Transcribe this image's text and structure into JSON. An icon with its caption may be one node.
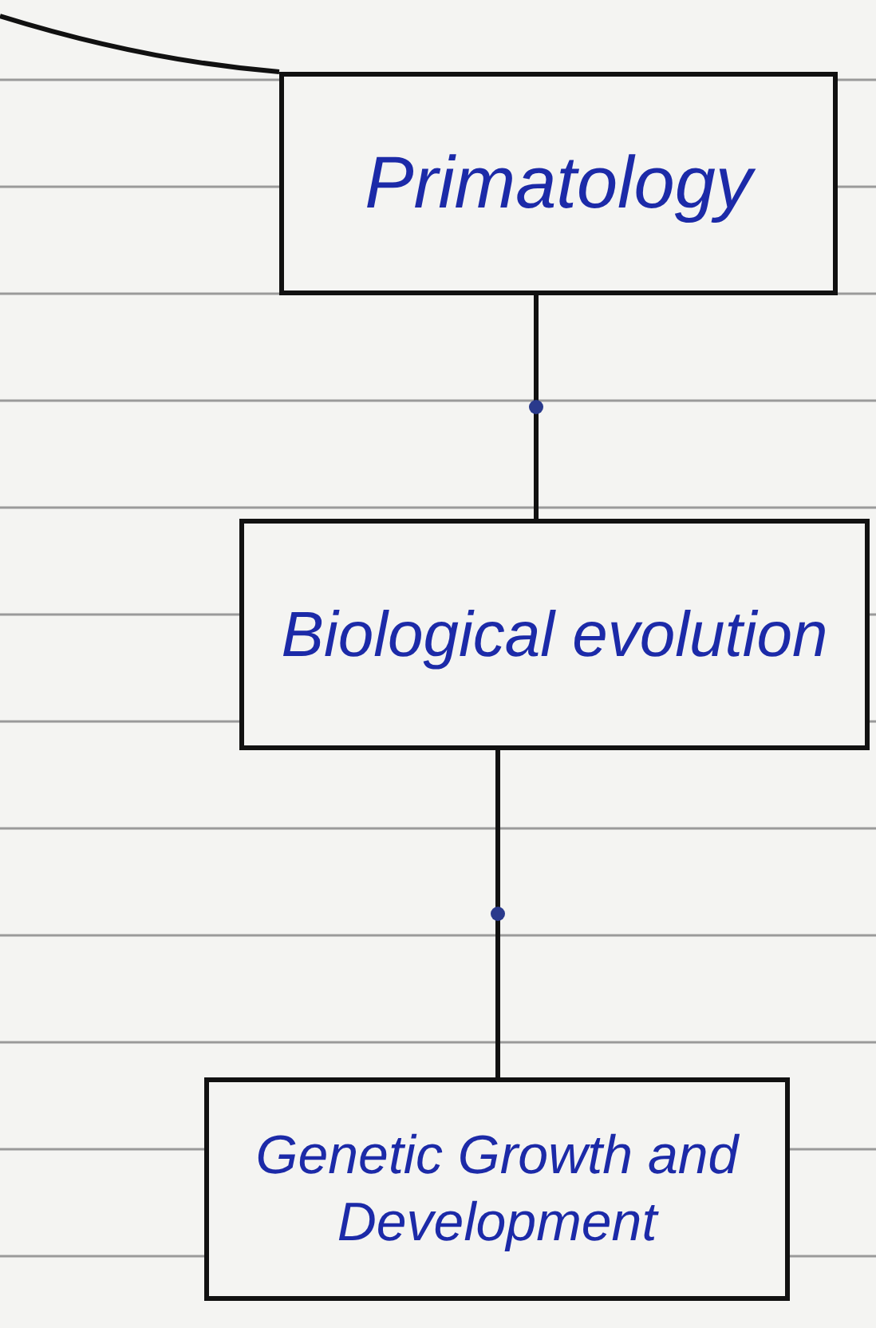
{
  "diagram": {
    "nodes": [
      {
        "text": [
          "Primatology"
        ]
      },
      {
        "text": [
          "Biological evolution"
        ]
      },
      {
        "text": [
          "Genetic Growth and Development"
        ]
      }
    ],
    "edges": [
      {
        "from": null,
        "to": 0,
        "arrow": "none"
      },
      {
        "from": 0,
        "to": 1,
        "arrow": "none"
      },
      {
        "from": 1,
        "to": 2,
        "arrow": "none"
      }
    ]
  }
}
